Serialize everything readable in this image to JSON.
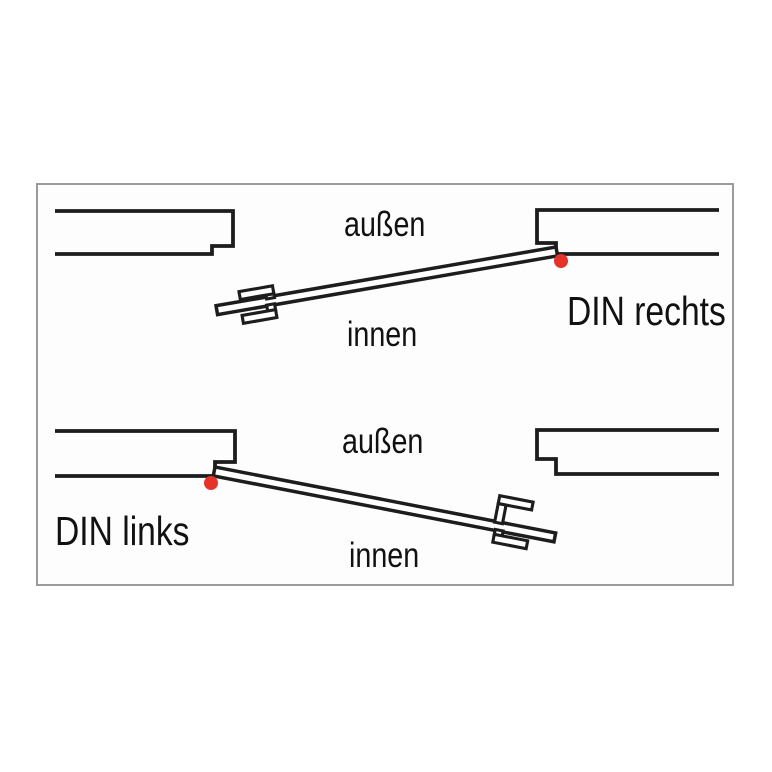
{
  "diagrams": {
    "din_rechts": {
      "outside_label": "außen",
      "inside_label": "innen",
      "name": "DIN rechts"
    },
    "din_links": {
      "outside_label": "außen",
      "inside_label": "innen",
      "name": "DIN links"
    }
  },
  "icons": {
    "hinge_marker": "red-hinge-dot"
  },
  "colors": {
    "line": "#1d1d1d",
    "hinge_dot": "#e5332a",
    "frame_border": "#9b9b9b",
    "frame_background": "#fdfdfd",
    "page_background": "#ffffff",
    "text": "#111111"
  }
}
